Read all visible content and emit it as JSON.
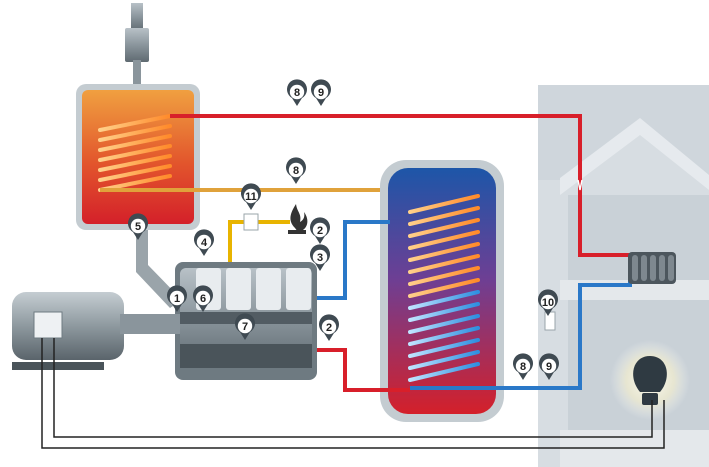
{
  "colors": {
    "hot_pipe": "#d81f2a",
    "cold_pipe": "#2a78c8",
    "gas_pipe": "#e8b400",
    "exhaust_pipe": "#d9a53a",
    "wire": "#222222",
    "house": "#d7dde2",
    "house_shade": "#c6ced5",
    "engine": "#8a959c",
    "pin": "#3f4a52"
  },
  "markers": [
    {
      "id": "exhaust-heat-exchanger-marker",
      "label": "5"
    },
    {
      "id": "engine-cover-marker",
      "label": "4"
    },
    {
      "id": "coupling-marker",
      "label": "1"
    },
    {
      "id": "engine-block-marker",
      "label": "6"
    },
    {
      "id": "crankshaft-marker",
      "label": "7"
    },
    {
      "id": "gas-valve-marker",
      "label": "11"
    },
    {
      "id": "gas-line-marker",
      "label": "8"
    },
    {
      "id": "top-pipe-marker-a",
      "label": "8"
    },
    {
      "id": "top-pipe-marker-b",
      "label": "9"
    },
    {
      "id": "hot-outlet-marker-a",
      "label": "2"
    },
    {
      "id": "hot-outlet-marker-b",
      "label": "3"
    },
    {
      "id": "return-pipe-marker",
      "label": "2"
    },
    {
      "id": "house-valve-marker",
      "label": "10"
    },
    {
      "id": "house-pipe-marker-a",
      "label": "8"
    },
    {
      "id": "house-pipe-marker-b",
      "label": "9"
    }
  ],
  "icons": {
    "flame": "flame-icon",
    "bulb": "light-bulb-icon",
    "radiator": "radiator-icon",
    "generator": "generator-icon"
  }
}
